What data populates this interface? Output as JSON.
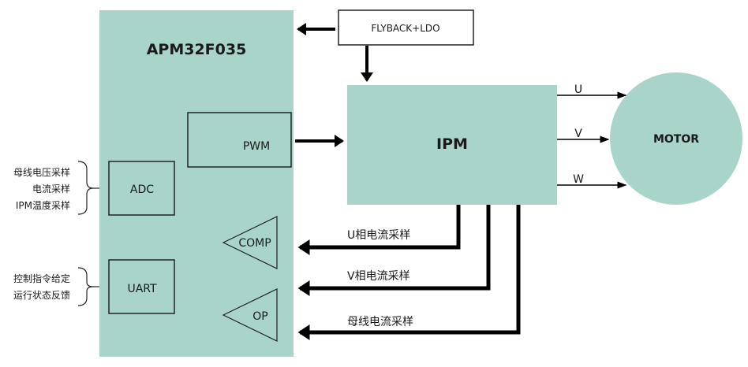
{
  "colors": {
    "block_fill": "#a8d4ca",
    "line": "#000000",
    "outline": "#222222"
  },
  "mcu": {
    "title": "APM32F035"
  },
  "power": {
    "label": "FLYBACK+LDO"
  },
  "ipm": {
    "label": "IPM"
  },
  "motor": {
    "label": "MOTOR"
  },
  "modules": {
    "pwm": "PWM",
    "adc": "ADC",
    "uart": "UART",
    "comp": "COMP",
    "op": "OP"
  },
  "phases": {
    "u": "U",
    "v": "V",
    "w": "W"
  },
  "feedback": {
    "u_current": "U相电流采样",
    "v_current": "V相电流采样",
    "bus_current": "母线电流采样"
  },
  "adc_inputs": [
    "母线电压采样",
    "电流采样",
    "IPM温度采样"
  ],
  "uart_io": [
    "控制指令给定",
    "运行状态反馈"
  ]
}
